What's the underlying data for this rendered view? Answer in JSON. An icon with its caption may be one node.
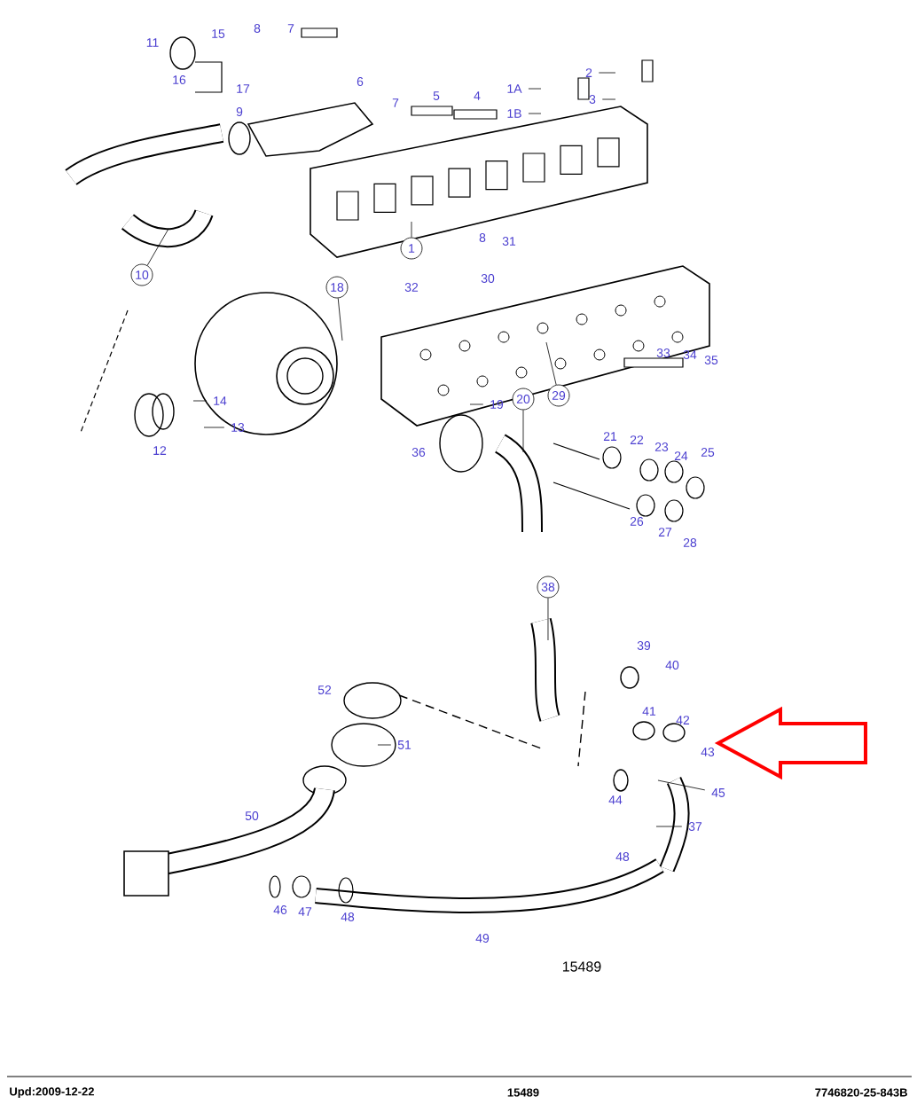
{
  "diagram": {
    "nodes": [
      {
        "text": [
          "1"
        ]
      },
      {
        "text": [
          "10"
        ]
      },
      {
        "text": [
          "18"
        ]
      },
      {
        "text": [
          "29"
        ]
      },
      {
        "text": [
          "20"
        ]
      },
      {
        "text": [
          "38"
        ]
      },
      {
        "text": [
          "2"
        ]
      },
      {
        "text": [
          "3"
        ]
      },
      {
        "text": [
          "1A"
        ]
      },
      {
        "text": [
          "1B"
        ]
      },
      {
        "text": [
          "14"
        ]
      },
      {
        "text": [
          "13"
        ]
      },
      {
        "text": [
          "19"
        ]
      },
      {
        "text": [
          "51"
        ]
      },
      {
        "text": [
          "37"
        ]
      },
      {
        "text": [
          "45"
        ]
      }
    ],
    "edges": [
      {
        "from": 0,
        "to": null,
        "arrow": "none"
      },
      {
        "from": 1,
        "to": null,
        "arrow": "none"
      },
      {
        "from": 2,
        "to": null,
        "arrow": "none"
      },
      {
        "from": 3,
        "to": null,
        "arrow": "none"
      },
      {
        "from": 4,
        "to": null,
        "arrow": "none"
      },
      {
        "from": 5,
        "to": null,
        "arrow": "none"
      },
      {
        "from": 6,
        "to": null,
        "arrow": "none"
      },
      {
        "from": 7,
        "to": null,
        "arrow": "none"
      },
      {
        "from": 8,
        "to": null,
        "arrow": "none"
      },
      {
        "from": 9,
        "to": null,
        "arrow": "none"
      },
      {
        "from": 10,
        "to": null,
        "arrow": "none"
      },
      {
        "from": 11,
        "to": null,
        "arrow": "none"
      },
      {
        "from": 12,
        "to": null,
        "arrow": "none"
      },
      {
        "from": 13,
        "to": null,
        "arrow": "none"
      },
      {
        "from": 14,
        "to": null,
        "arrow": "none"
      },
      {
        "from": 15,
        "to": null,
        "arrow": "none"
      }
    ],
    "labels": [
      "15",
      "8",
      "7",
      "11",
      "16",
      "17",
      "6",
      "7",
      "5",
      "4",
      "9",
      "8",
      "31",
      "30",
      "32",
      "33",
      "34",
      "35",
      "12",
      "36",
      "21",
      "22",
      "23",
      "24",
      "25",
      "26",
      "27",
      "28",
      "39",
      "40",
      "52",
      "41",
      "42",
      "43",
      "44",
      "50",
      "48",
      "46",
      "47",
      "48",
      "49",
      "15489",
      "Upd:2009-12-22",
      "15489",
      "7746820-25-843B"
    ]
  }
}
